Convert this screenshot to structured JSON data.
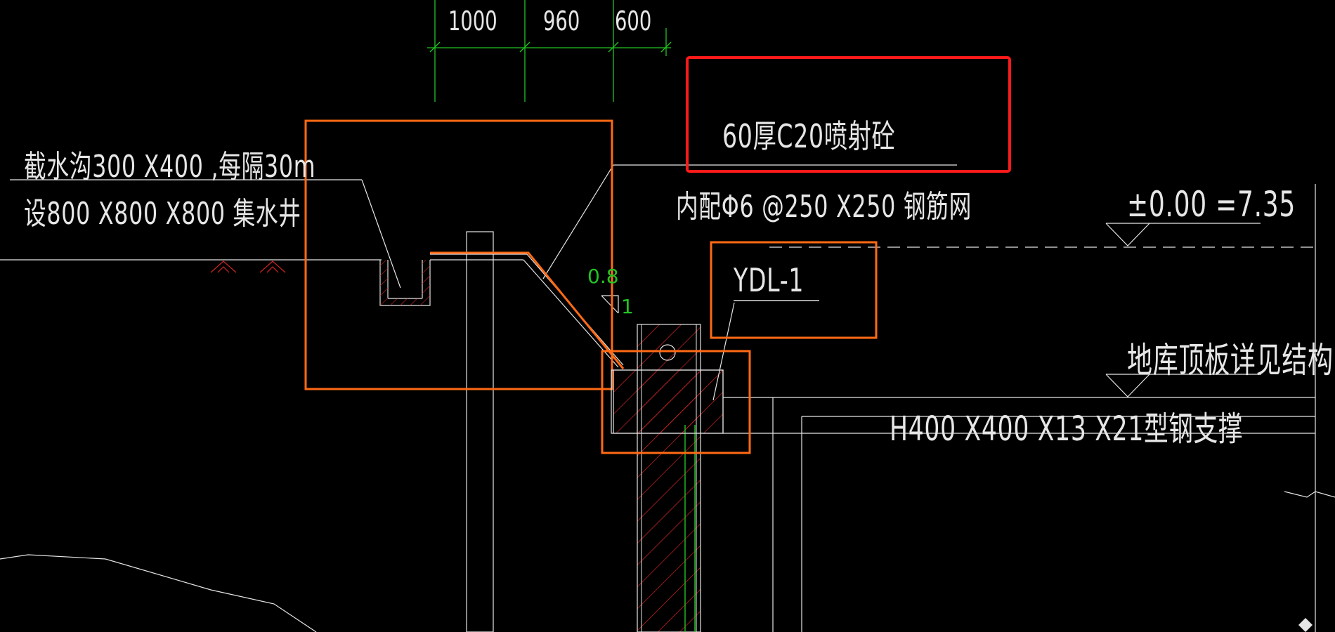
{
  "drawing": {
    "dimensions": [
      "1000",
      "960",
      "600"
    ],
    "slope": {
      "rise": "0.8",
      "run": "1"
    },
    "annotations": {
      "shotcrete": "60厚C20喷射砼",
      "mesh": "内配Φ6 @250 X250 钢筋网",
      "ditch_line1": "截水沟300 X400 ,每隔30m",
      "ditch_line2": "设800 X800 X800 集水井",
      "elevation": "±0.00 =7.35",
      "beam": "YDL-1",
      "roof_note": "地库顶板详见结构",
      "strut": "H400 X400 X13 X21型钢支撑"
    },
    "colors": {
      "background": "#000000",
      "line_white": "#e6e6e6",
      "dimension_green": "#22c322",
      "highlight_orange": "#ff6a14",
      "highlight_red": "#ff1a1a",
      "hatch_red": "#d42424"
    }
  }
}
